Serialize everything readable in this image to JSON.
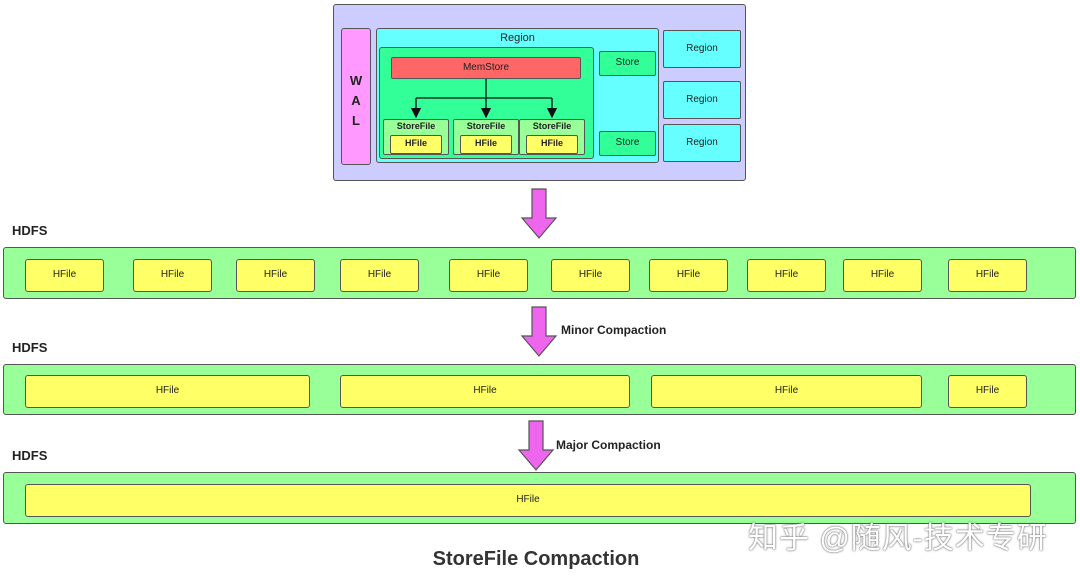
{
  "regionserver": {
    "wal_letters": [
      "W",
      "A",
      "L"
    ],
    "region_title": "Region",
    "memstore": "MemStore",
    "storefiles": [
      {
        "label": "StoreFile",
        "hfile": "HFile"
      },
      {
        "label": "StoreFile",
        "hfile": "HFile"
      },
      {
        "label": "StoreFile",
        "hfile": "HFile"
      }
    ],
    "stores": [
      "Store",
      "Store"
    ],
    "regions": [
      "Region",
      "Region",
      "Region"
    ]
  },
  "stages": [
    {
      "hdfs_label": "HDFS",
      "hfiles": [
        "HFile",
        "HFile",
        "HFile",
        "HFile",
        "HFile",
        "HFile",
        "HFile",
        "HFile",
        "HFile",
        "HFile"
      ]
    },
    {
      "hdfs_label": "HDFS",
      "compaction": "Minor Compaction",
      "hfiles": [
        "HFile",
        "HFile",
        "HFile",
        "HFile"
      ]
    },
    {
      "hdfs_label": "HDFS",
      "compaction": "Major Compaction",
      "hfiles": [
        "HFile"
      ]
    }
  ],
  "caption": "StoreFile Compaction",
  "watermark": "知乎 @随风-技术专研",
  "colors": {
    "server": "#ccccff",
    "wal": "#ff99ff",
    "region": "#66ffff",
    "store": "#33ff99",
    "memstore": "#ff6666",
    "storefile": "#99ff99",
    "hfile": "#ffff66",
    "hdfs": "#99ff99",
    "arrow": "#ee66ee"
  }
}
